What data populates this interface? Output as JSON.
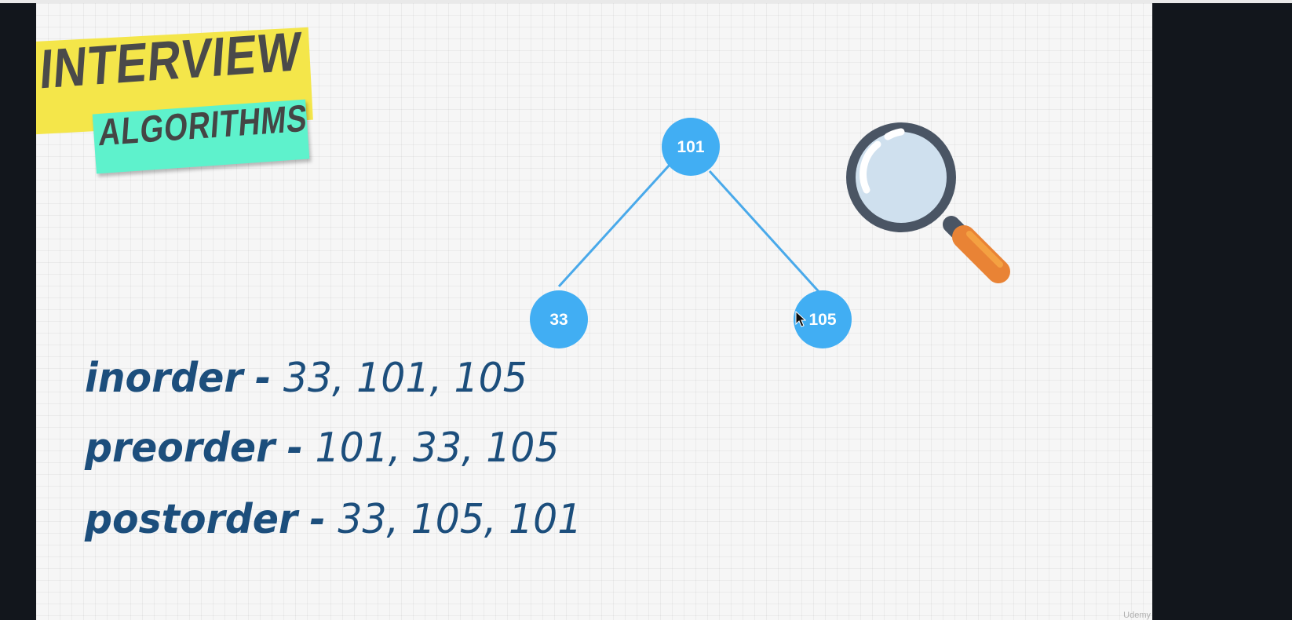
{
  "logo": {
    "title": "INTERVIEW",
    "subtitle": "ALGORITHMS",
    "yellow": "#f4e64a",
    "green": "#5ef2cc"
  },
  "tree": {
    "node_color": "#41aef3",
    "edge_color": "#49a9ea",
    "root": "101",
    "left": "33",
    "right": "105"
  },
  "traversals": [
    {
      "name": "inorder",
      "sep": "-",
      "sequence": "33, 101, 105"
    },
    {
      "name": "preorder",
      "sep": "-",
      "sequence": "101, 33, 105"
    },
    {
      "name": "postorder",
      "sep": "-",
      "sequence": "33, 105, 101"
    }
  ],
  "text_color": "#1c4e7c",
  "watermark": "Udemy",
  "icons": [
    "magnifier-icon",
    "mouse-cursor-icon"
  ]
}
